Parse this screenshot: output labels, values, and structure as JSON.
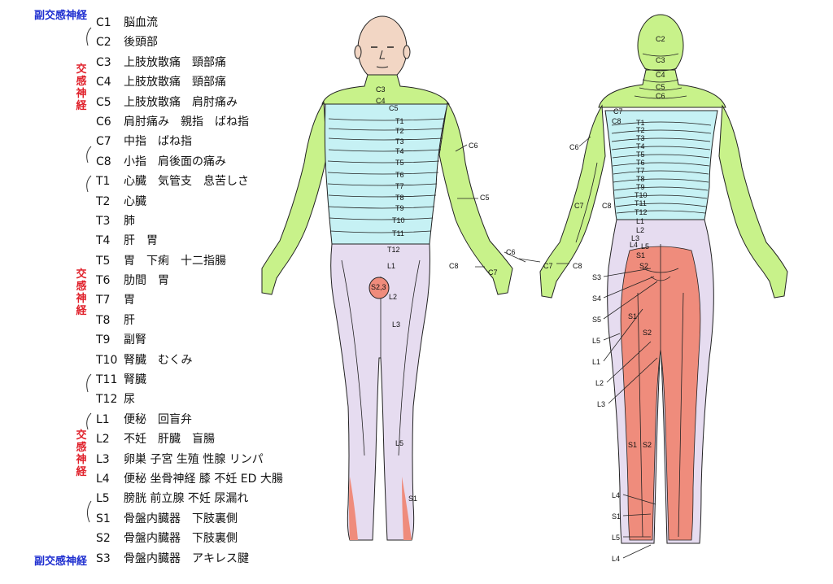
{
  "labels": {
    "parasympathetic_top": "副交感神経",
    "parasympathetic_bottom": "副交感神経",
    "sympathetic_1": "交感神経",
    "sympathetic_2": "交感神経",
    "sympathetic_3": "交感神経"
  },
  "segments": [
    {
      "code": "C1",
      "desc": "脳血流"
    },
    {
      "code": "C2",
      "desc": "後頭部"
    },
    {
      "code": "C3",
      "desc": "上肢放散痛　頸部痛"
    },
    {
      "code": "C4",
      "desc": "上肢放散痛　頸部痛"
    },
    {
      "code": "C5",
      "desc": "上肢放散痛　肩肘痛み"
    },
    {
      "code": "C6",
      "desc": "肩肘痛み　親指　ばね指"
    },
    {
      "code": "C7",
      "desc": "中指　ばね指"
    },
    {
      "code": "C8",
      "desc": "小指　肩後面の痛み"
    },
    {
      "code": "T1",
      "desc": "心臓　気管支　息苦しさ"
    },
    {
      "code": "T2",
      "desc": "心臓"
    },
    {
      "code": "T3",
      "desc": "肺"
    },
    {
      "code": "T4",
      "desc": "肝　胃"
    },
    {
      "code": "T5",
      "desc": "胃　下痢　十二指腸"
    },
    {
      "code": "T6",
      "desc": "肋間　胃"
    },
    {
      "code": "T7",
      "desc": "胃"
    },
    {
      "code": "T8",
      "desc": "肝"
    },
    {
      "code": "T9",
      "desc": "副腎"
    },
    {
      "code": "T10",
      "desc": "腎臓　むくみ"
    },
    {
      "code": "T11",
      "desc": "腎臓"
    },
    {
      "code": "T12",
      "desc": "尿"
    },
    {
      "code": "L1",
      "desc": "便秘　回盲弁"
    },
    {
      "code": "L2",
      "desc": "不妊　肝臓　盲腸"
    },
    {
      "code": "L3",
      "desc": "卵巣 子宮 生殖 性腺 リンパ"
    },
    {
      "code": "L4",
      "desc": "便秘 坐骨神経 膝 不妊 ED 大腸"
    },
    {
      "code": "L5",
      "desc": "膀胱 前立腺 不妊 尿漏れ"
    },
    {
      "code": "S1",
      "desc": "骨盤内臓器　下肢裏側"
    },
    {
      "code": "S2",
      "desc": "骨盤内臓器　下肢裏側"
    },
    {
      "code": "S3",
      "desc": "骨盤内臓器　アキレス腱"
    }
  ],
  "front_labels": {
    "c3": "C3",
    "c4": "C4",
    "c5": "C5",
    "t1": "T1",
    "t2": "T2",
    "t3": "T3",
    "t4": "T4",
    "t5": "T5",
    "t6": "T6",
    "t7": "T7",
    "t8": "T8",
    "t9": "T9",
    "t10": "T10",
    "t11": "T11",
    "t12": "T12",
    "l1": "L1",
    "s23": "S2,3",
    "l2": "L2",
    "l3": "L3",
    "l5": "L5",
    "s1": "S1",
    "c6_arm": "C6",
    "c5_arm": "C5",
    "c6_hand": "C6",
    "c8_hand": "C8",
    "c7_hand": "C7"
  },
  "back_labels": {
    "c2": "C2",
    "c3": "C3",
    "c4": "C4",
    "c5": "C5",
    "c6": "C6",
    "c7": "C7",
    "c8": "C8",
    "c6_arm": "C6",
    "c7_arm": "C7",
    "c8_arm": "C8",
    "t1": "T1",
    "t2": "T2",
    "t3": "T3",
    "t4": "T4",
    "t5": "T5",
    "t6": "T6",
    "t7": "T7",
    "t8": "T8",
    "t9": "T9",
    "t10": "T10",
    "t11": "T11",
    "t12": "T12",
    "l1": "L1",
    "l2": "L2",
    "l3": "L3",
    "l4": "L4",
    "l5": "L5",
    "s1": "S1",
    "s2": "S2",
    "c7_hand": "C7",
    "c8_hand": "C8",
    "s3_left": "S3",
    "s4_left": "S4",
    "s5_left": "S5",
    "l5_left": "L5",
    "l1_left": "L1",
    "l2_left": "L2",
    "l3_left": "L3",
    "s1_mid": "S1",
    "s2_mid": "S2",
    "s1_low": "S1",
    "s2_low": "S2",
    "l4_foot": "L4",
    "s1_foot": "S1",
    "l5_foot": "L5",
    "l4_foot2": "L4"
  },
  "colors": {
    "cervical": "#c8f28a",
    "thoracic": "#c6f1f4",
    "lumbar": "#e6dcf0",
    "sacral": "#ef8c7c",
    "skin": "#f2d6c4",
    "sympathetic": "#e0202a",
    "parasympathetic": "#1f2fd0"
  }
}
